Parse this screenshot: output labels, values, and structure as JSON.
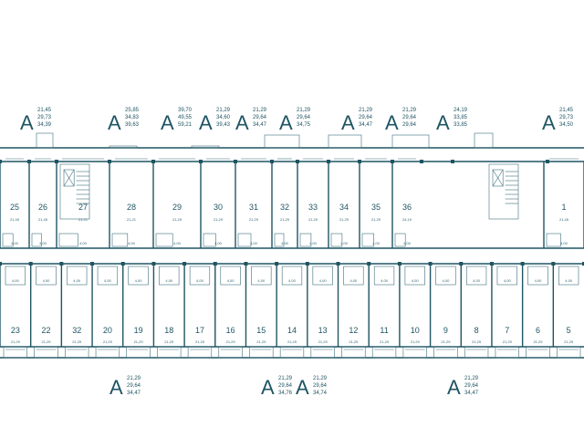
{
  "accent": "#1f5563",
  "apartment_tags_top": [
    {
      "letter": "A",
      "areas": [
        "21,45",
        "29,73",
        "34,39"
      ]
    },
    {
      "letter": "A",
      "areas": [
        "25,85",
        "34,83",
        "39,63"
      ]
    },
    {
      "letter": "A",
      "areas": [
        "39,70",
        "49,55",
        "59,21"
      ]
    },
    {
      "letter": "A",
      "areas": [
        "21,29",
        "34,60",
        "39,43"
      ]
    },
    {
      "letter": "A",
      "areas": [
        "21,29",
        "29,64",
        "34,47"
      ]
    },
    {
      "letter": "A",
      "areas": [
        "21,29",
        "29,64",
        "34,75"
      ]
    },
    {
      "letter": "A",
      "areas": [
        "21,29",
        "29,64",
        "34,47"
      ]
    },
    {
      "letter": "A",
      "areas": [
        "21,29",
        "29,64",
        "29,64"
      ]
    },
    {
      "letter": "A",
      "areas": [
        "24,19",
        "33,85",
        "33,85"
      ]
    },
    {
      "letter": "A",
      "areas": [
        "21,45",
        "29,73",
        "34,50"
      ]
    }
  ],
  "apartment_tags_bottom": [
    {
      "letter": "A",
      "areas": [
        "21,29",
        "29,64",
        "34,47"
      ]
    },
    {
      "letter": "A",
      "areas": [
        "21,29",
        "29,64",
        "34,76"
      ]
    },
    {
      "letter": "A",
      "areas": [
        "21,29",
        "29,64",
        "34,74"
      ]
    },
    {
      "letter": "A",
      "areas": [
        "21,29",
        "29,64",
        "34,47"
      ]
    }
  ],
  "top_units": [
    {
      "num": "25",
      "area": "21,45"
    },
    {
      "num": "26",
      "area": "21,45"
    },
    {
      "num": "27",
      "area": "21,21"
    },
    {
      "num": "28",
      "area": "21,21"
    },
    {
      "num": "29",
      "area": "21,29"
    },
    {
      "num": "30",
      "area": "21,29"
    },
    {
      "num": "31",
      "area": "21,29"
    },
    {
      "num": "32",
      "area": "21,29"
    },
    {
      "num": "33",
      "area": "21,29"
    },
    {
      "num": "34",
      "area": "21,29"
    },
    {
      "num": "35",
      "area": "21,29"
    },
    {
      "num": "36",
      "area": "24,19"
    },
    {
      "num": "1",
      "area": "21,45"
    }
  ],
  "bottom_units": [
    {
      "num": "23",
      "area": "21,29"
    },
    {
      "num": "22",
      "area": "21,29"
    },
    {
      "num": "32",
      "area": "21,29"
    },
    {
      "num": "20",
      "area": "21,29"
    },
    {
      "num": "19",
      "area": "21,29"
    },
    {
      "num": "18",
      "area": "21,29"
    },
    {
      "num": "17",
      "area": "21,29"
    },
    {
      "num": "16",
      "area": "21,29"
    },
    {
      "num": "15",
      "area": "21,29"
    },
    {
      "num": "14",
      "area": "21,29"
    },
    {
      "num": "13",
      "area": "21,29"
    },
    {
      "num": "12",
      "area": "21,29"
    },
    {
      "num": "11",
      "area": "21,29"
    },
    {
      "num": "10",
      "area": "21,29"
    },
    {
      "num": "9",
      "area": "21,29"
    },
    {
      "num": "8",
      "area": "21,29"
    },
    {
      "num": "7",
      "area": "21,29"
    },
    {
      "num": "6",
      "area": "21,29"
    },
    {
      "num": "5",
      "area": "21,29"
    }
  ],
  "room_dims": "4,00"
}
